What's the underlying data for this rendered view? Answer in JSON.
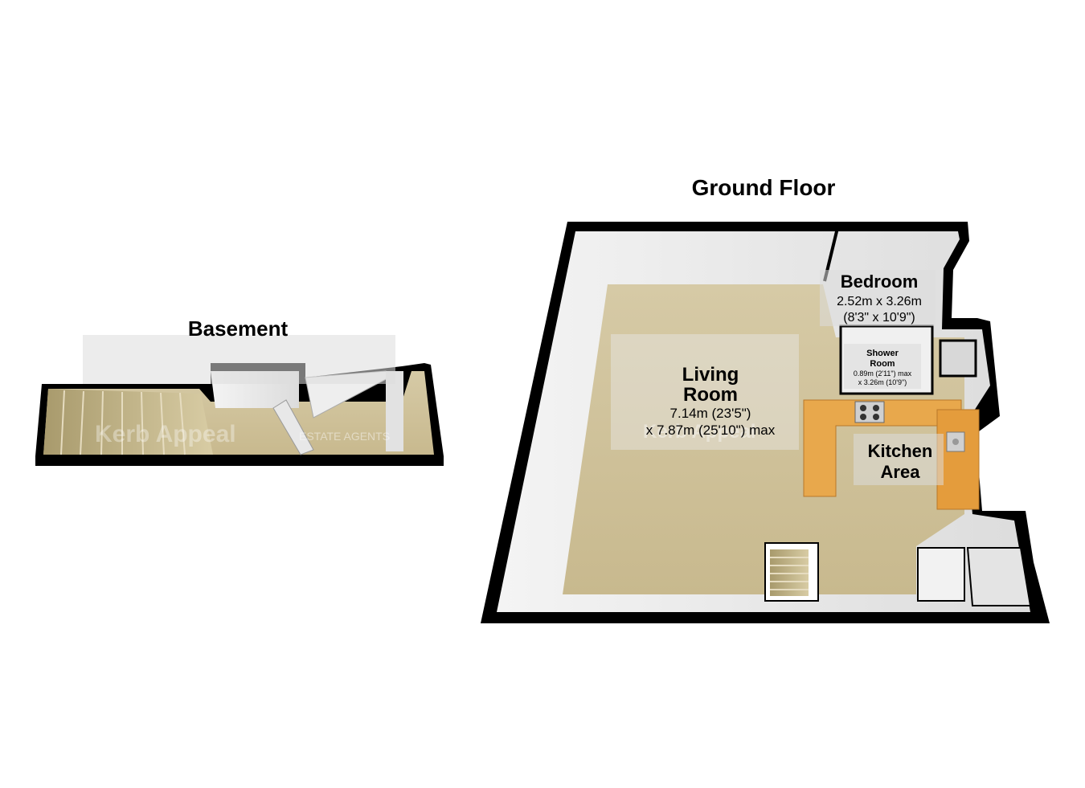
{
  "floors": {
    "basement": {
      "title": "Basement"
    },
    "ground": {
      "title": "Ground Floor"
    }
  },
  "rooms": {
    "living": {
      "name_line1": "Living",
      "name_line2": "Room",
      "dim_line1": "7.14m (23'5\")",
      "dim_line2": "x 7.87m (25'10\") max"
    },
    "bedroom": {
      "name": "Bedroom",
      "dim_line1": "2.52m x 3.26m",
      "dim_line2": "(8'3\" x 10'9\")"
    },
    "shower": {
      "name_line1": "Shower",
      "name_line2": "Room",
      "dim_line1": "0.89m (2'11\") max",
      "dim_line2": "x 3.26m (10'9\")"
    },
    "kitchen": {
      "name_line1": "Kitchen",
      "name_line2": "Area"
    }
  },
  "watermark": {
    "logo_text": "Kerb Appeal",
    "tagline": "ESTATE AGENTS"
  },
  "colors": {
    "floor": "#cfc19a",
    "wall_outline": "#000000",
    "wall_inner": "#ffffff",
    "worktop": "#e8a84c",
    "label_bg": "#dcdcdc"
  }
}
